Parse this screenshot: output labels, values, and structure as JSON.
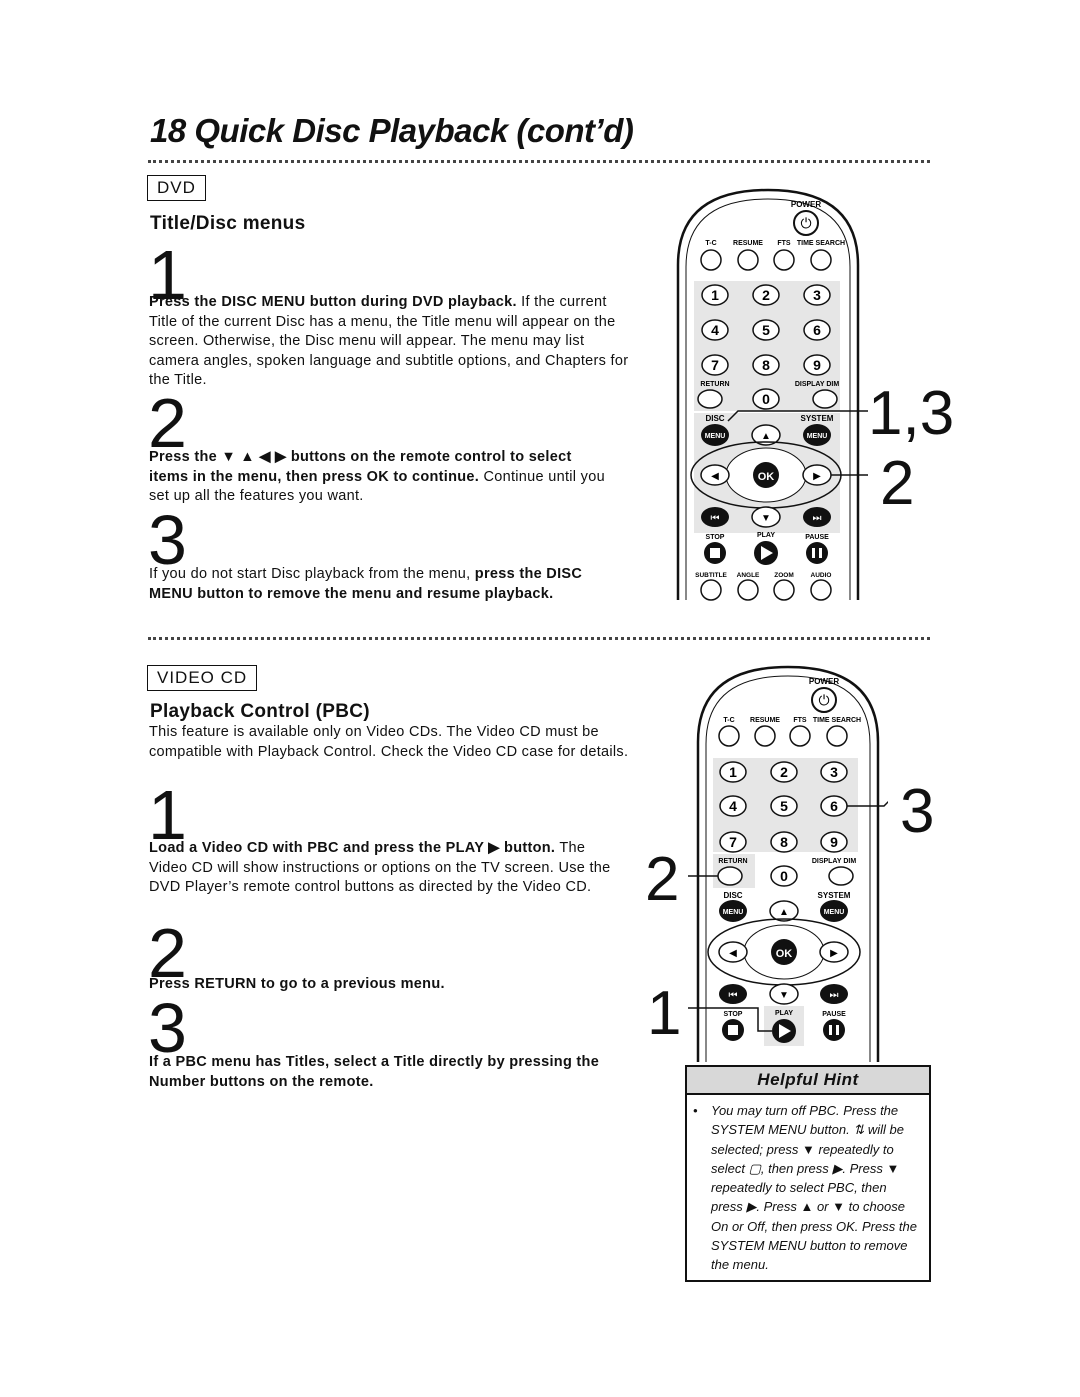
{
  "page": {
    "title": "18  Quick Disc Playback (cont’d)"
  },
  "dvd_section": {
    "badge": "DVD",
    "heading": "Title/Disc menus",
    "steps": [
      {
        "number": "1",
        "bold": "Press the DISC MENU button during DVD playback.",
        "text": " If the current Title of the current Disc has a menu, the Title menu will appear on the screen. Otherwise, the Disc menu will appear. The menu may list camera angles, spoken language and subtitle options, and Chapters for the Title."
      },
      {
        "number": "2",
        "bold": "Press the ▼ ▲ ◀ ▶ buttons on the remote control to select items in the menu, then press OK to continue.",
        "text": " Continue until you set up all the features you want."
      },
      {
        "number": "3",
        "text": "If you do not start Disc playback from the menu, ",
        "bold": "press the DISC MENU button to remove the menu and resume playback."
      }
    ],
    "callouts": [
      "1,3",
      "2"
    ],
    "remote": {
      "power": "POWER",
      "row1": [
        "T-C",
        "RESUME",
        "FTS",
        "TIME SEARCH"
      ],
      "numbers": [
        "1",
        "2",
        "3",
        "4",
        "5",
        "6",
        "7",
        "8",
        "9",
        "0"
      ],
      "return": "RETURN",
      "display_dim": "DISPLAY DIM",
      "disc": "DISC",
      "system": "SYSTEM",
      "menu": "MENU",
      "ok": "OK",
      "stop": "STOP",
      "play": "PLAY",
      "pause": "PAUSE",
      "bottom_row": [
        "SUBTITLE",
        "ANGLE",
        "ZOOM",
        "AUDIO"
      ]
    }
  },
  "vcd_section": {
    "badge": "VIDEO CD",
    "heading": "Playback Control (PBC)",
    "intro": "This feature is available only on Video CDs. The Video CD must be compatible with Playback Control. Check the Video CD case for details.",
    "steps": [
      {
        "number": "1",
        "bold": "Load a Video CD with PBC and press the PLAY ▶ button.",
        "text": " The Video CD will show instructions or options on the TV screen. Use the DVD Player’s remote control buttons as directed by the Video CD."
      },
      {
        "number": "2",
        "bold": "Press RETURN to go to a previous menu."
      },
      {
        "number": "3",
        "bold": "If a PBC menu has Titles, select a Title directly by pressing the Number buttons on the remote."
      }
    ],
    "callouts": [
      "3",
      "2",
      "1"
    ]
  },
  "hint": {
    "title": "Helpful Hint",
    "text": "You may turn off PBC. Press the SYSTEM MENU button. ⇅ will be selected; press ▼ repeatedly to select ▢, then press ▶. Press ▼ repeatedly to select PBC, then press ▶. Press ▲ or ▼ to choose On or Off, then press OK. Press the SYSTEM MENU button to remove the menu."
  }
}
